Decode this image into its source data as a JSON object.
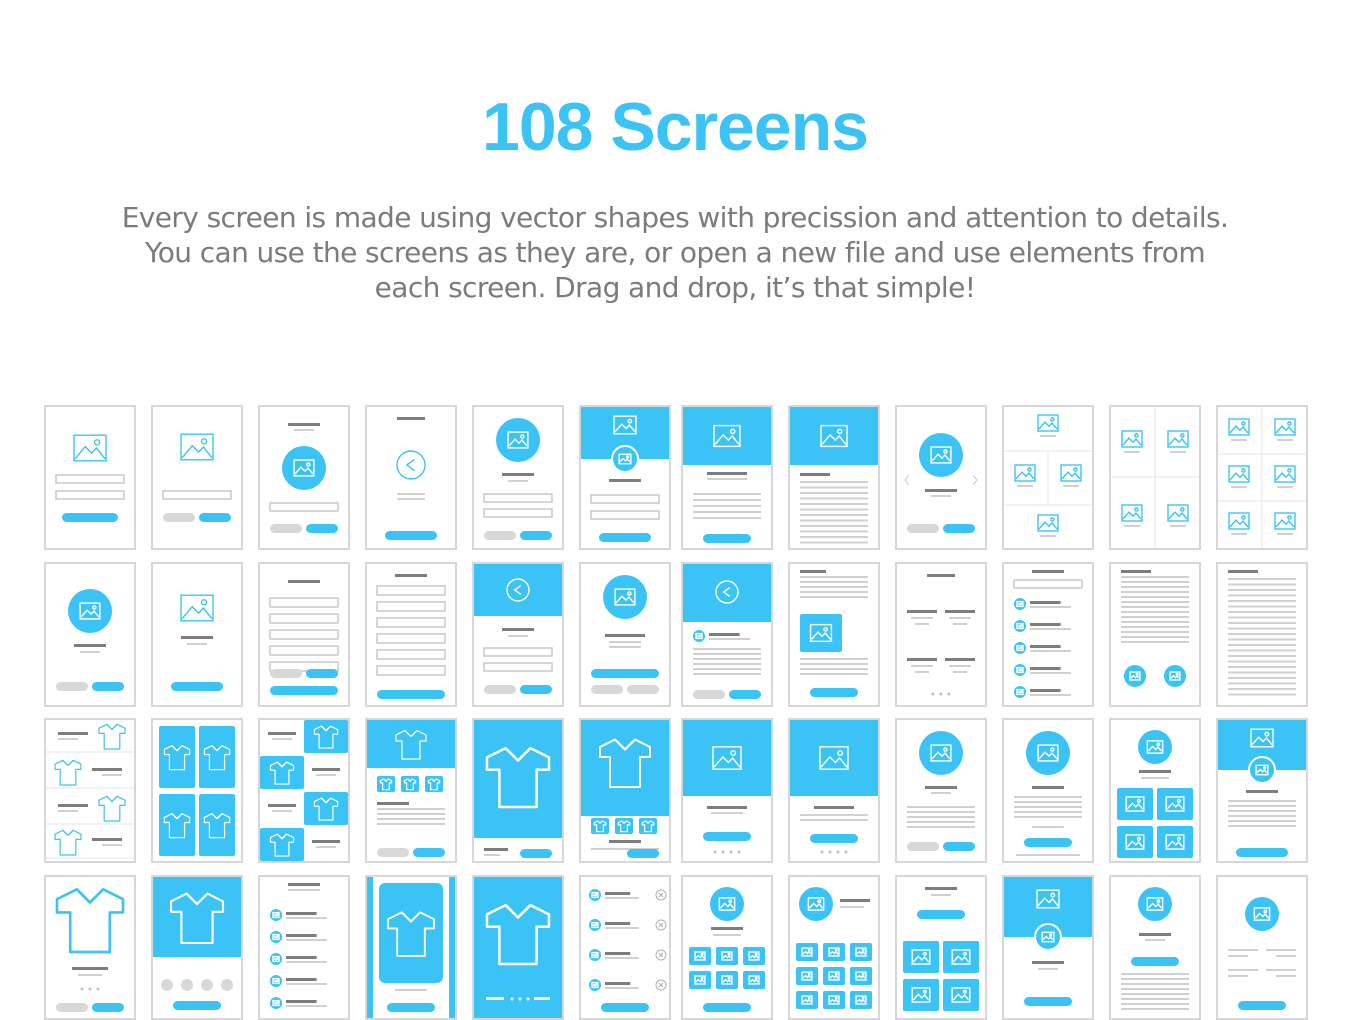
{
  "page": {
    "title": "108 Screens",
    "description_lines": [
      "Every screen is made using vector shapes with precission and attention to details.",
      "You can use the screens as they are, or open a new file and use elements from",
      "each screen. Drag and drop, it’s that simple!"
    ]
  },
  "colors": {
    "accent": "#3cc3f5",
    "text": "#7b7b7b",
    "border": "#d7d7d7",
    "line": "#7d7d7d",
    "light_line": "#d0d0d0",
    "pill_gray": "#d8d8d8"
  },
  "icons": [
    "image-icon",
    "back-arrow-icon",
    "shirt-icon",
    "close-icon",
    "chevron-left-icon",
    "chevron-right-icon"
  ],
  "screens": [
    "login",
    "login-social",
    "profile-login",
    "onboarding-back",
    "profile-form",
    "header-profile-form",
    "header-article",
    "header-article-long",
    "carousel-profile",
    "image-grid-5",
    "image-grid-4",
    "image-grid-6",
    "profile-actions",
    "image-title-button",
    "form-list",
    "form-list-long",
    "back-header-form",
    "profile-form-buttons",
    "back-header-list",
    "article-image",
    "stats",
    "avatar-list",
    "text-avatars",
    "text-long",
    "shop-list",
    "shop-cards",
    "shop-checker",
    "shop-header",
    "shop-full",
    "shop-thumbs",
    "image-header-button",
    "image-header-text",
    "profile-text",
    "profile-text-2",
    "profile-tiles",
    "header-profile-text",
    "product-dots",
    "product-header",
    "avatar-list-2",
    "product-card",
    "product-full",
    "avatar-list-remove",
    "profile-icon-grid",
    "profile-icon-grid-2",
    "title-tiles",
    "header-profile-buttons",
    "profile-button-text",
    "profile-text-short"
  ]
}
